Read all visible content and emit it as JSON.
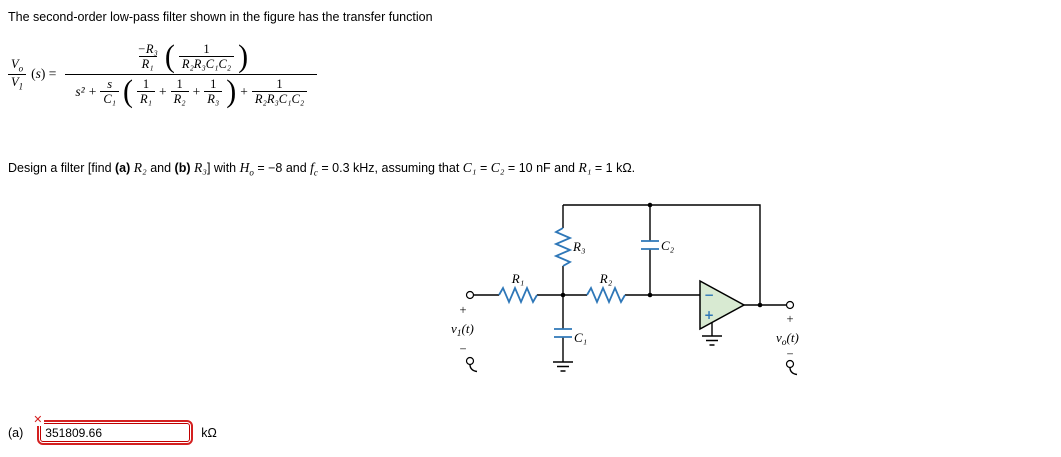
{
  "problem": {
    "intro": "The second-order low-pass filter shown in the figure has the transfer function"
  },
  "design": {
    "lead": "Design a filter [find ",
    "a_label": "(a)",
    "gap1": " ",
    "R2": "R₂",
    "and1": " and ",
    "b_label": "(b)",
    "gap2": " ",
    "R3": "R₃",
    "close": "] with ",
    "H": "H",
    "H_sub": "o",
    "eq_ho": " = −8 and ",
    "f": "f",
    "f_sub": "c",
    "eq_fc": " = 0.3 kHz, assuming that ",
    "C1": "C₁",
    "eq1": " = ",
    "C2": "C₂",
    "eq2": " = 10 nF and ",
    "R1": "R₁",
    "eq3": " = 1 kΩ."
  },
  "formula": {
    "V": "V",
    "o": "o",
    "one": "1",
    "lp": "(",
    "rp": ")",
    "s": "s",
    "rp_eq": ") =",
    "neg_R3": "−R₃",
    "R1": "R₁",
    "R2": "R₂",
    "R3": "R₃",
    "C1": "C₁",
    "RRCC": "R₂R₃C₁C₂",
    "s_sq": "s²",
    "plus": "+"
  },
  "circuit": {
    "R1": "R₁",
    "R2": "R₂",
    "R3": "R₃",
    "C1": "C₁",
    "C2": "C₂",
    "v_base": "v",
    "v1_sub": "1",
    "vo_sub": "o",
    "t_arg": "(t)",
    "plus": "+",
    "minus": "−",
    "oa_plus": "+",
    "oa_minus": "−"
  },
  "answer": {
    "part_label": "(a)",
    "value": "351809.66",
    "unit": "kΩ",
    "incorrect_icon": "✕",
    "status": "incorrect"
  },
  "colors": {
    "error_red": "#d42020",
    "component_blue": "#2e77b8",
    "opamp_fill": "#d8ead2"
  }
}
